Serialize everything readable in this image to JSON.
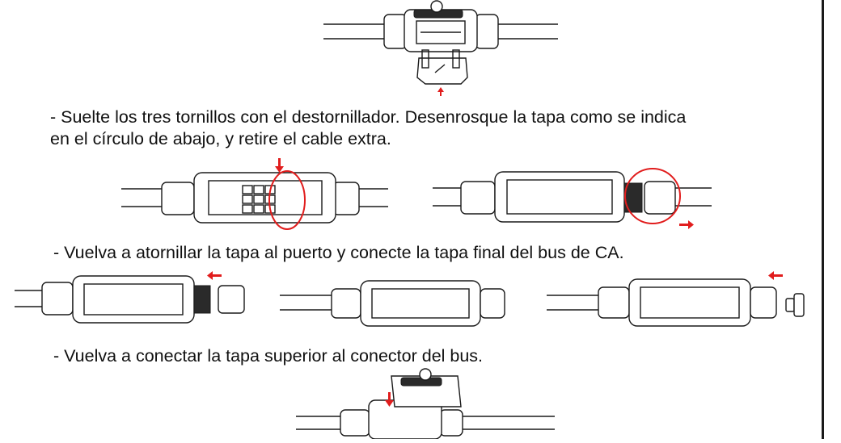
{
  "steps": [
    {
      "text": "- Suelte los tres tornillos con el destornillador. Desenrosque la tapa como se indica"
    },
    {
      "text": "en el círculo de abajo, y retire el cable extra."
    },
    {
      "text": "- Vuelva a atornillar la tapa al puerto y conecte la tapa final del bus de CA."
    },
    {
      "text": "- Vuelva a conectar la tapa superior al conector del bus."
    }
  ],
  "colors": {
    "accent": "#e11d1d",
    "ink": "#1a1a1a"
  }
}
